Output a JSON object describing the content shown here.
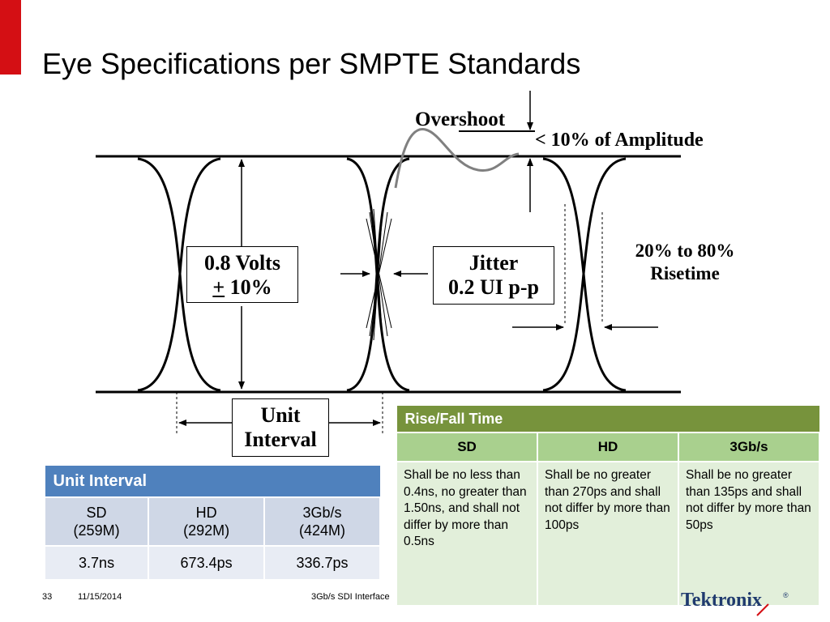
{
  "slide": {
    "title": "Eye Specifications per SMPTE Standards"
  },
  "diagram": {
    "overshoot_label": "Overshoot",
    "overshoot_spec": "< 10% of Amplitude",
    "amplitude_line1": "0.8 Volts",
    "amplitude_line2": "+ 10%",
    "jitter_line1": "Jitter",
    "jitter_line2": "0.2 UI p-p",
    "risetime_line1": "20% to 80%",
    "risetime_line2": "Risetime",
    "unit_interval_line1": "Unit",
    "unit_interval_line2": "Interval"
  },
  "unit_interval_table": {
    "header": "Unit Interval",
    "columns": [
      {
        "line1": "SD",
        "line2": "(259M)"
      },
      {
        "line1": "HD",
        "line2": "(292M)"
      },
      {
        "line1": "3Gb/s",
        "line2": "(424M)"
      }
    ],
    "values": [
      "3.7ns",
      "673.4ps",
      "336.7ps"
    ]
  },
  "rise_fall_table": {
    "header": "Rise/Fall Time",
    "columns": [
      "SD",
      "HD",
      "3Gb/s"
    ],
    "values": [
      "Shall be no less than 0.4ns, no greater than 1.50ns, and shall not differ by more than 0.5ns",
      "Shall be no greater than 270ps and shall not differ by more  than 100ps",
      "Shall be no greater than 135ps and shall not differ by more than 50ps"
    ]
  },
  "footer": {
    "page_number": "33",
    "date": "11/15/2014",
    "presentation": "3Gb/s SDI Interface"
  },
  "logo": {
    "text": "Tektronix",
    "mark": "®",
    "color": "#1f3a6e"
  },
  "colors": {
    "accent_red": "#d40f14",
    "unit_interval_header": "#4f81bd",
    "rise_fall_header": "#77933c",
    "rise_fall_subheader": "#a9d08e",
    "rise_fall_body": "#e2efda"
  }
}
